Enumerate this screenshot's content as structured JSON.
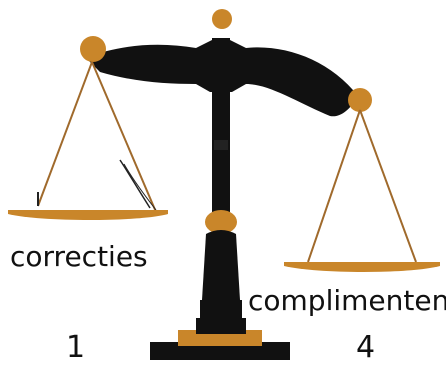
{
  "left_pan": {
    "label": "correcties",
    "count": "1"
  },
  "right_pan": {
    "label": "complimenten",
    "count": "4"
  },
  "colors": {
    "beam": "#111111",
    "brass": "#c9862a",
    "rope": "#a06a2c",
    "background": "#ffffff"
  }
}
